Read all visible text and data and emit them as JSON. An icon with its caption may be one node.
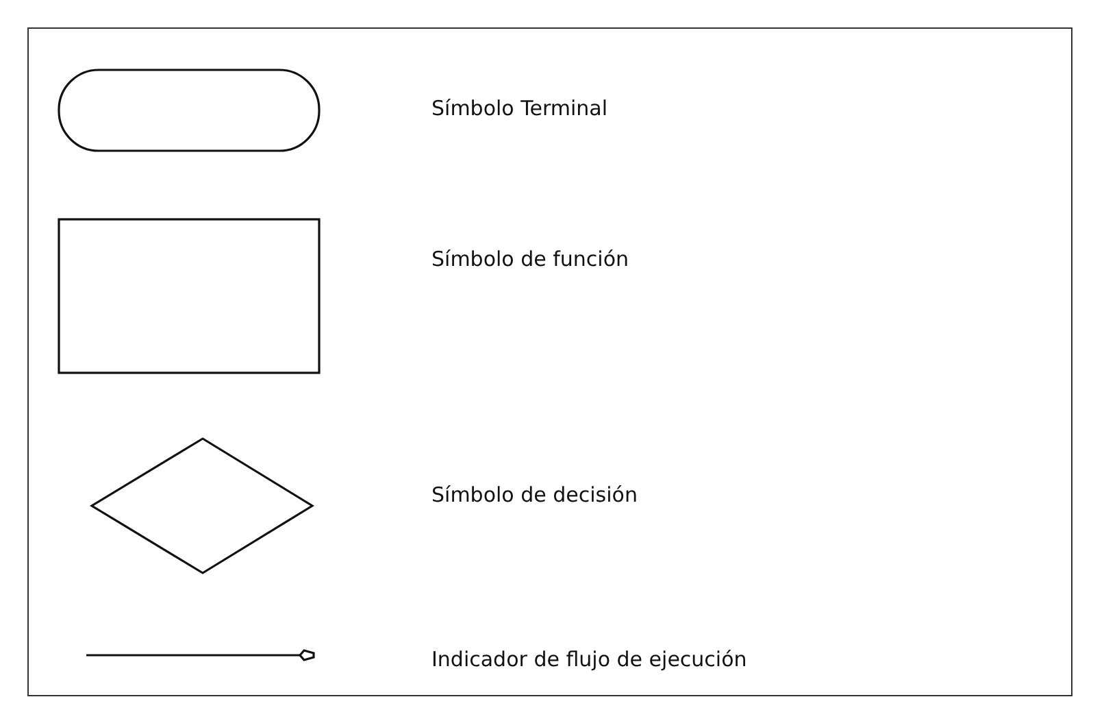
{
  "diagram": {
    "nodes": [
      {
        "text": [],
        "shape": "pill"
      },
      {
        "text": [],
        "shape": "box"
      },
      {
        "text": [],
        "shape": "diamond"
      }
    ],
    "legend": [
      {
        "text": "Símbolo Terminal"
      },
      {
        "text": "Símbolo de función"
      },
      {
        "text": "Símbolo de decisión"
      },
      {
        "text": "Indicador de flujo de ejecución"
      }
    ]
  }
}
